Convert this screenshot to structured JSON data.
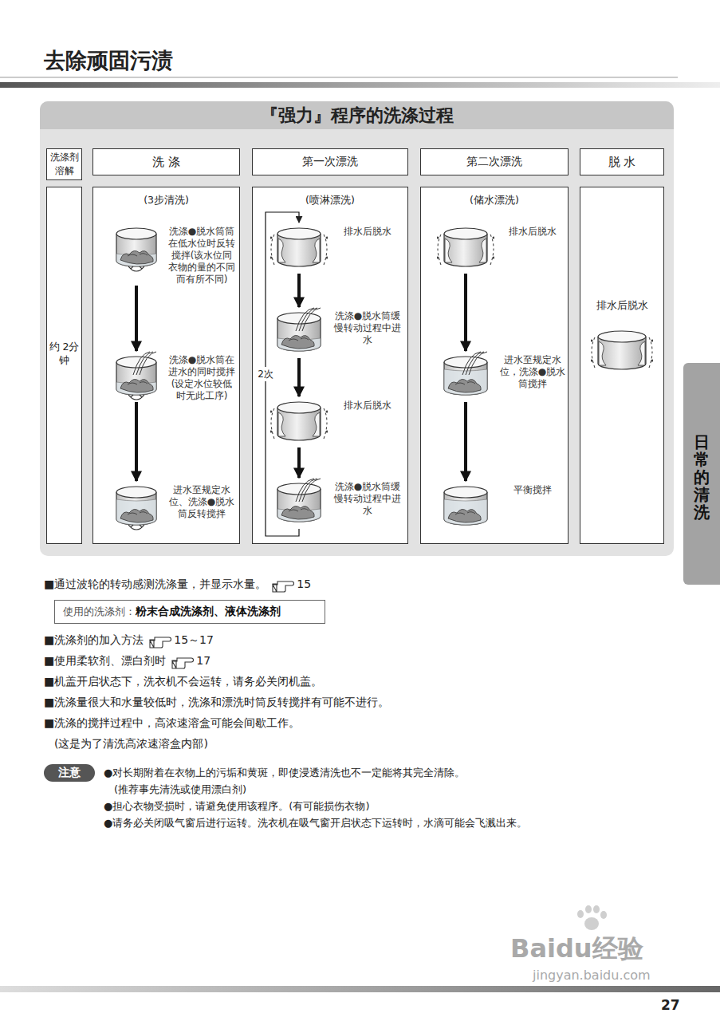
{
  "diagram": {
    "title": "去除顽固污渍",
    "nodes": [
      {
        "text": [
          "『强力』程序的洗涤过程"
        ]
      },
      {
        "text": [
          "洗涤剂溶解"
        ],
        "in": 0
      },
      {
        "text": [
          "洗 涤"
        ],
        "in": 0
      },
      {
        "text": [
          "第一次漂洗"
        ],
        "in": 0
      },
      {
        "text": [
          "第二次漂洗"
        ],
        "in": 0
      },
      {
        "text": [
          "脱 水"
        ],
        "in": 0
      },
      {
        "text": [
          "约 2分钟"
        ],
        "in": 0
      },
      {
        "text": [
          "(3步清洗)"
        ],
        "in": 0
      },
      {
        "text": [
          "洗涤●脱水筒筒在低水位时反转搅拌(该水位同衣物的量的不同而有所不同)"
        ],
        "in": 7
      },
      {
        "text": [
          "洗涤●脱水筒在进水的同时搅拌(设定水位较低时无此工序)"
        ],
        "in": 7
      },
      {
        "text": [
          "进水至规定水位、洗涤●脱水筒反转搅拌"
        ],
        "in": 7
      },
      {
        "text": [
          "(喷淋漂洗)"
        ],
        "in": 0
      },
      {
        "text": [
          "排水后脱水"
        ],
        "in": 11
      },
      {
        "text": [
          "洗涤●脱水筒缓慢转动过程中进水"
        ],
        "in": 11
      },
      {
        "text": [
          "排水后脱水"
        ],
        "in": 11
      },
      {
        "text": [
          "洗涤●脱水筒缓慢转动过程中进水"
        ],
        "in": 11
      },
      {
        "text": [
          "(储水漂洗)"
        ],
        "in": 0
      },
      {
        "text": [
          "排水后脱水"
        ],
        "in": 16
      },
      {
        "text": [
          "进水至规定水位，洗涤●脱水筒搅拌"
        ],
        "in": 16
      },
      {
        "text": [
          "平衡搅拌"
        ],
        "in": 16
      },
      {
        "text": [
          "排水后脱水"
        ],
        "in": 0
      },
      {
        "text": [
          "使用的洗涤剂：",
          "粉末合成洗涤剂、液体洗涤剂"
        ]
      },
      {
        "text": [
          "注意"
        ]
      },
      {
        "text": [
          "日常的清洗"
        ]
      }
    ],
    "edges": [
      {
        "from": 8,
        "to": 9,
        "arrow": "to"
      },
      {
        "from": 9,
        "to": 10,
        "arrow": "to"
      },
      {
        "from": 12,
        "to": 13,
        "arrow": "to"
      },
      {
        "from": 13,
        "to": 14,
        "arrow": "to"
      },
      {
        "from": 14,
        "to": 15,
        "arrow": "to"
      },
      {
        "from": 15,
        "to": 12,
        "arrow": "to",
        "label": "2次"
      },
      {
        "from": 17,
        "to": 18,
        "arrow": "to"
      },
      {
        "from": 18,
        "to": 19,
        "arrow": "to"
      }
    ],
    "labels": [
      "■通过波轮的转动感测洗涤量，并显示水量。",
      "15",
      "■洗涤剂的加入方法",
      "15～17",
      "■使用柔软剂、漂白剂时",
      "17",
      "■机盖开启状态下，洗衣机不会运转，请务必关闭机盖。",
      "■洗涤量很大和水量较低时，洗涤和漂洗时筒反转搅拌有可能不进行。",
      "■洗涤的搅拌过程中，高浓速溶盒可能会间歇工作。",
      "(这是为了清洗高浓速溶盒内部)",
      "●对长期附着在衣物上的污垢和黄斑，即使浸透清洗也不一定能将其完全清除。",
      "(推荐事先清洗或使用漂白剂)",
      "●担心衣物受损时，请避免使用该程序。(有可能损伤衣物)",
      "●请务必关闭吸气窗后进行运转。洗衣机在吸气窗开启状态下运转时，水滴可能会飞溅出来。",
      "27",
      "Baidu经验",
      "jingyan.baidu.com"
    ]
  }
}
